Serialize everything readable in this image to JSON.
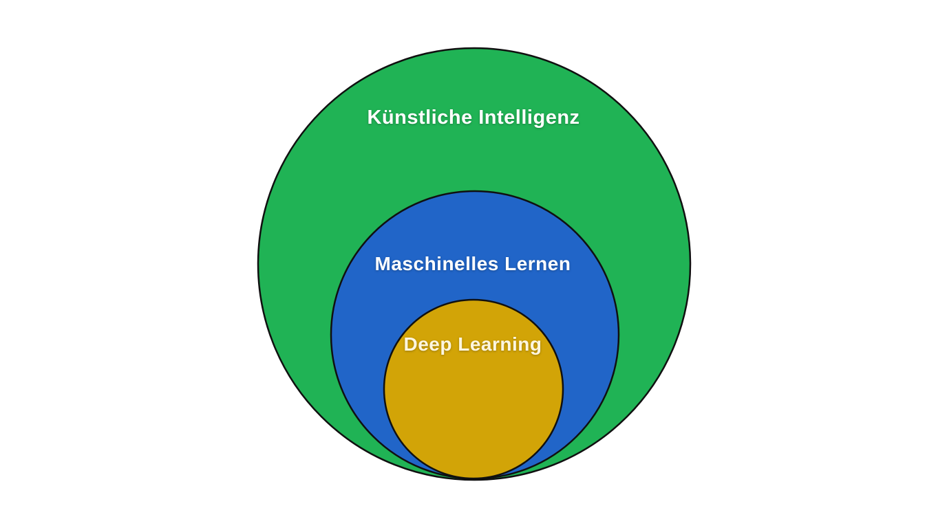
{
  "diagram": {
    "type": "nested-circles",
    "background_color": "#ffffff",
    "outline_color": "#101010",
    "layers": [
      {
        "label": "Künstliche Intelligenz",
        "fill_color": "#20b355",
        "text_color": "#ffffff"
      },
      {
        "label": "Maschinelles Lernen",
        "fill_color": "#2165c8",
        "text_color": "#ffffff"
      },
      {
        "label": "Deep Learning",
        "fill_color": "#d2a407",
        "text_color": "#fdf6e0"
      }
    ]
  }
}
